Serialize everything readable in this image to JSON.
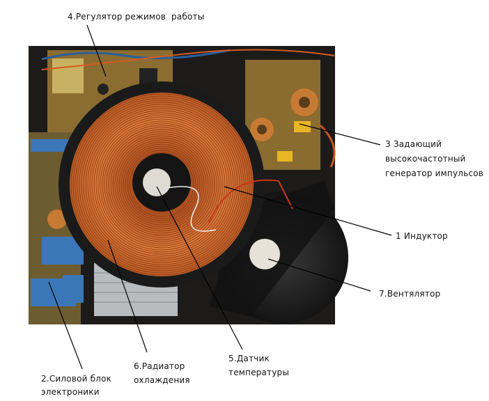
{
  "labels": {
    "regulator": "4.Регулятор режимов  работы",
    "generator_1": "3 Задающий",
    "generator_2": "высокочастотный",
    "generator_3": "генератор импульсов",
    "inductor": "1 Индуктор",
    "fan": "7.Вентялятор",
    "sensor_1": "5.Датчик",
    "sensor_2": "температуры",
    "radiator_1": "6.Радиатор",
    "radiator_2": "охлаждения",
    "power_1": "2.Силовой блок",
    "power_2": "электроники"
  },
  "colors": {
    "coil": "#c8662e",
    "board": "#8a6a2e",
    "background": "#1c1a18"
  }
}
